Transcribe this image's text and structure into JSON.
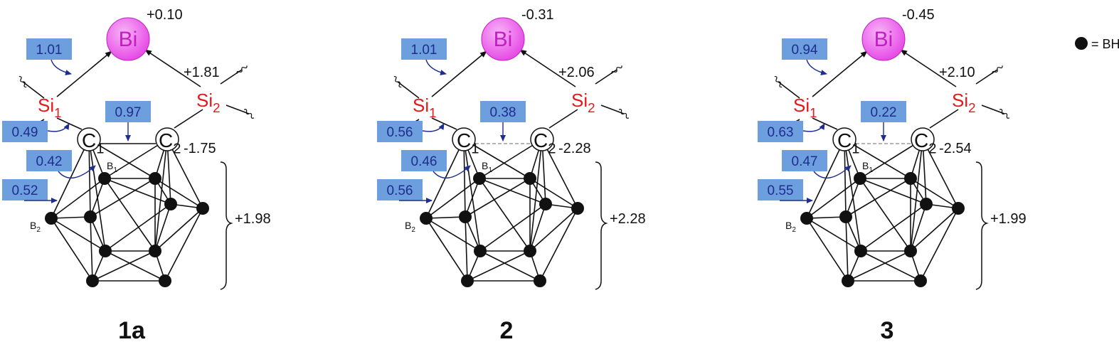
{
  "legend": {
    "symbol_label": "= BH"
  },
  "colors": {
    "bismuth": "#e64ce6",
    "silicon": "#e31a1c",
    "box_fill": "#6d9ede",
    "box_text": "#1f2d8f",
    "arrow": "#1f2d8f"
  },
  "atom_labels": {
    "bi": "Bi",
    "si": "Si",
    "c": "C",
    "b": "B",
    "sub1": "1",
    "sub2": "2"
  },
  "structures": [
    {
      "id": "1a",
      "label": "1a",
      "bi_charge": "+0.10",
      "si2_charge": "+1.81",
      "c2_charge": "-1.75",
      "cage_charge": "+1.98",
      "bond_orders": {
        "bi_si1": "1.01",
        "c1_c2": "0.97",
        "si1_c1": "0.49",
        "c1_b1": "0.42",
        "c1_b2": "0.52"
      },
      "cc_bond_dashed": false
    },
    {
      "id": "2",
      "label": "2",
      "bi_charge": "-0.31",
      "si2_charge": "+2.06",
      "c2_charge": "-2.28",
      "cage_charge": "+2.28",
      "bond_orders": {
        "bi_si1": "1.01",
        "c1_c2": "0.38",
        "si1_c1": "0.56",
        "c1_b1": "0.46",
        "c1_b2": "0.56"
      },
      "cc_bond_dashed": true
    },
    {
      "id": "3",
      "label": "3",
      "bi_charge": "-0.45",
      "si2_charge": "+2.10",
      "c2_charge": "-2.54",
      "cage_charge": "+1.99",
      "bond_orders": {
        "bi_si1": "0.94",
        "c1_c2": "0.22",
        "si1_c1": "0.63",
        "c1_b1": "0.47",
        "c1_b2": "0.55"
      },
      "cc_bond_dashed": true
    }
  ]
}
